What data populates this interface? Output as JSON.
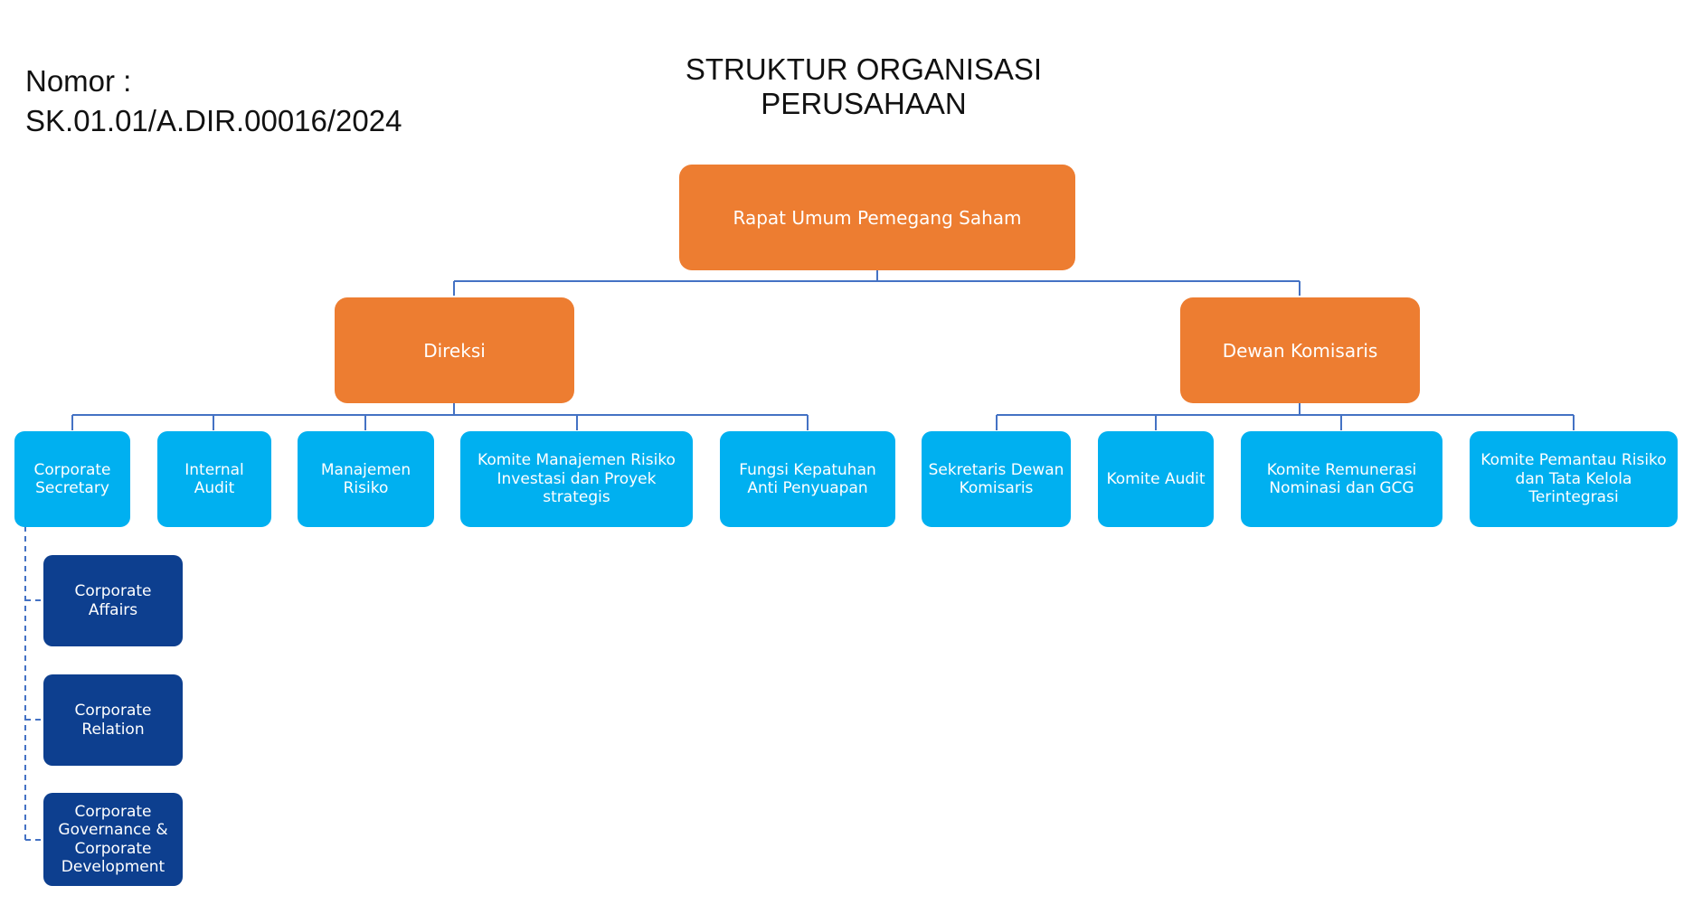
{
  "header": {
    "number_label": "Nomor :",
    "number_value": "SK.01.01/A.DIR.00016/2024",
    "title": "STRUKTUR ORGANISASI PERUSAHAAN"
  },
  "colors": {
    "top_level": "#ED7D31",
    "unit": "#00B0F0",
    "sub_unit": "#0D3F8F",
    "connector": "#4472C4"
  },
  "org": {
    "root": "Rapat Umum Pemegang Saham",
    "direksi": "Direksi",
    "dewan": "Dewan Komisaris",
    "direksi_units": [
      "Corporate Secretary",
      "Internal Audit",
      "Manajemen Risiko",
      "Komite Manajemen Risiko Investasi dan Proyek strategis",
      "Fungsi Kepatuhan Anti Penyuapan"
    ],
    "dewan_units": [
      "Sekretaris Dewan Komisaris",
      "Komite Audit",
      "Komite Remunerasi Nominasi dan GCG",
      "Komite Pemantau Risiko dan Tata Kelola Terintegrasi"
    ],
    "corporate_secretary_units": [
      "Corporate Affairs",
      "Corporate Relation",
      "Corporate Governance & Corporate Development"
    ]
  }
}
